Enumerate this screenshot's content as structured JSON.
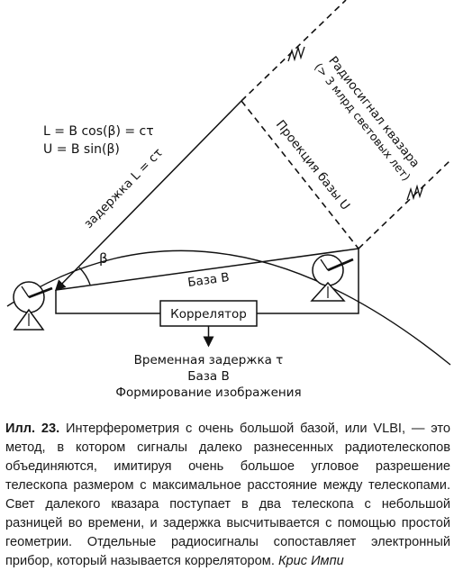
{
  "diagram": {
    "formula_l": "L = B cos(β) = cτ",
    "formula_u": "U = B sin(β)",
    "delay_label": "задержка L = cτ",
    "beta_label": "β",
    "baseline_label": "База B",
    "projection_label": "Проекция базы U",
    "signal_label_line1": "Радиосигнал квазара",
    "signal_label_line2": "(> 3 млрд световых лет)",
    "correlator_label": "Коррелятор",
    "output_line1": "Временная задержка τ",
    "output_line2": "База B",
    "output_line3": "Формирование изображения"
  },
  "caption": {
    "label": "Илл. 23.",
    "text": "Интерферометрия с очень большой базой, или VLBI, — это метод, в котором сигналы далеко разнесенных радиотелескопов объединяются, имитируя очень большое угловое разрешение телескопа размером с максимальное расстояние между телескопами. Свет далекого квазара поступает в два телескопа с небольшой разницей во времени, и задержка высчитывается с помощью простой геометрии. Отдельные радиосигналы сопоставляет электронный прибор, который называется коррелятором.",
    "credit": "Крис Импи"
  }
}
